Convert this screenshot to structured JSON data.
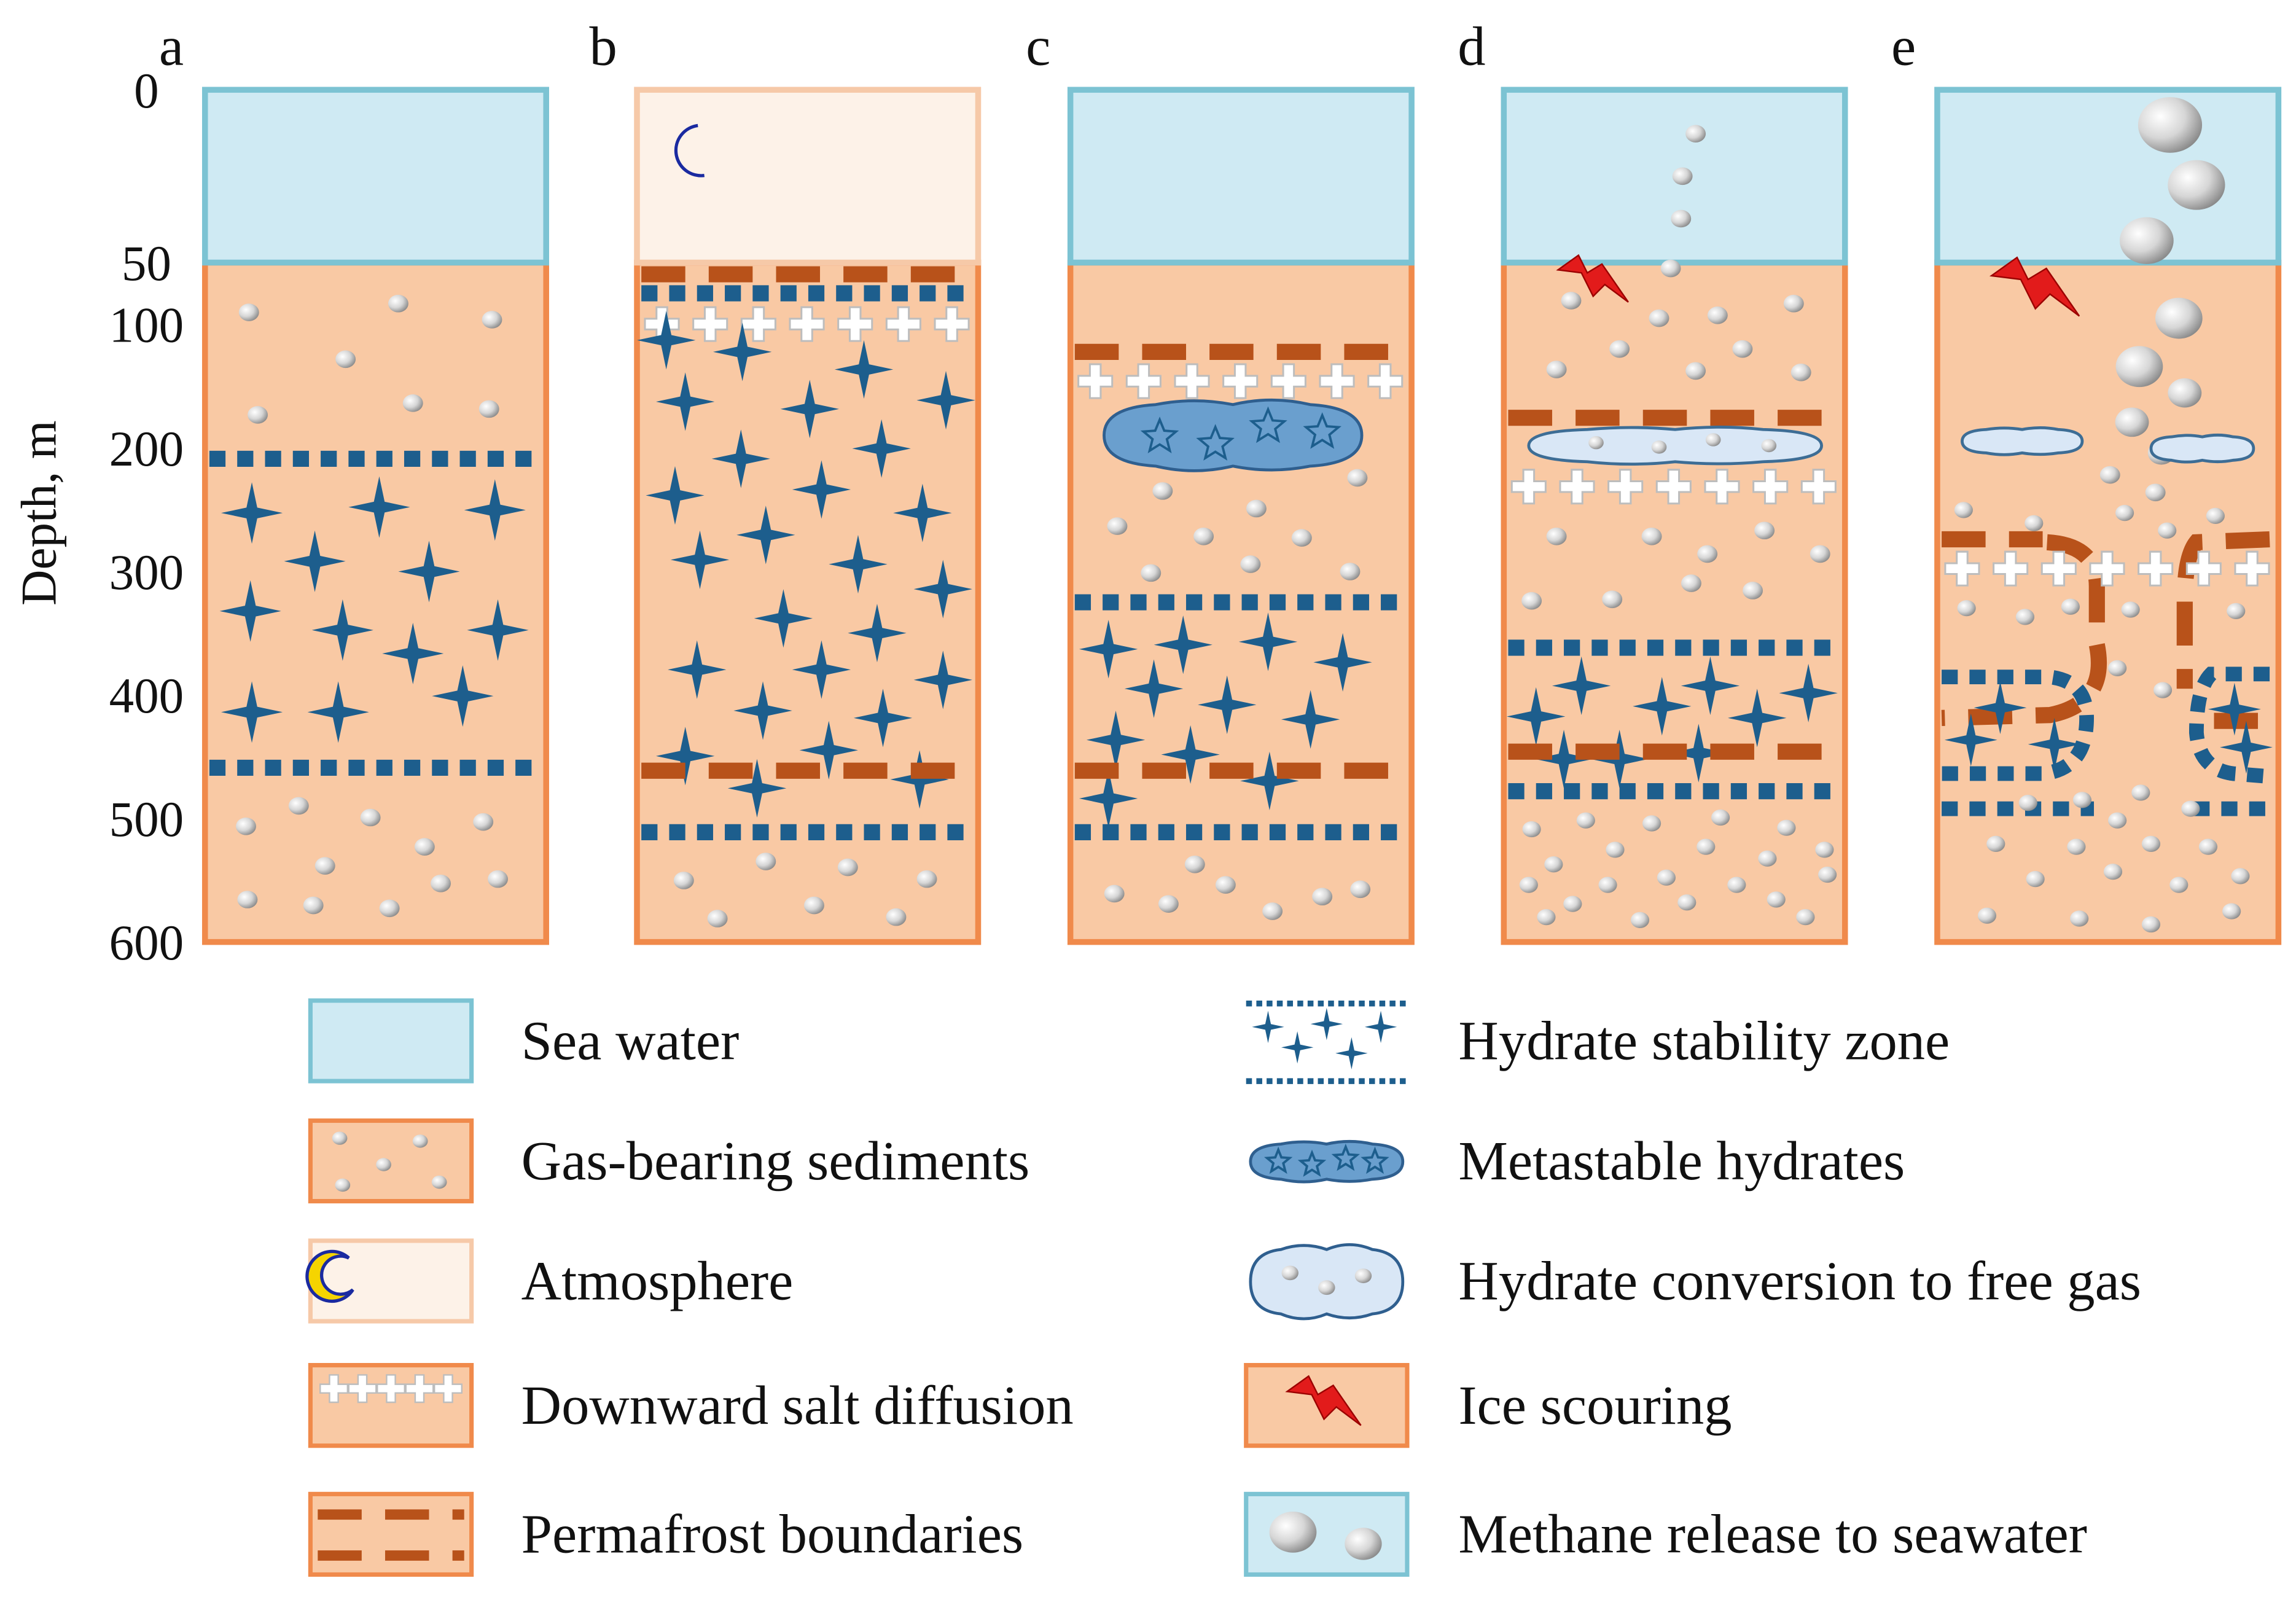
{
  "figure": {
    "y_axis_label": "Depth, m",
    "depth_ticks": [
      "0",
      "50",
      "100",
      "200",
      "300",
      "400",
      "500",
      "600"
    ],
    "panels": [
      {
        "letter": "a",
        "state": "sea-water over gas-bearing sediments with hydrate stability zone"
      },
      {
        "letter": "b",
        "state": "atmosphere over permafrost with salt diffusion"
      },
      {
        "letter": "c",
        "state": "sea-water, metastable hydrates"
      },
      {
        "letter": "d",
        "state": "sea-water, hydrate conversion, ice scouring"
      },
      {
        "letter": "e",
        "state": "sea-water, methane release to seawater"
      }
    ]
  },
  "legend": {
    "left": [
      {
        "label": "Sea water",
        "swatch": "sea-water"
      },
      {
        "label": "Gas-bearing sediments",
        "swatch": "gas-sediment"
      },
      {
        "label": "Atmosphere",
        "swatch": "atmosphere"
      },
      {
        "label": "Downward salt diffusion",
        "swatch": "salt-diffusion"
      },
      {
        "label": "Permafrost boundaries",
        "swatch": "permafrost"
      }
    ],
    "right": [
      {
        "label": "Hydrate stability zone",
        "swatch": "hydrate-zone"
      },
      {
        "label": "Metastable hydrates",
        "swatch": "metastable"
      },
      {
        "label": "Hydrate conversion to free gas",
        "swatch": "conversion"
      },
      {
        "label": "Ice scouring",
        "swatch": "ice-scouring"
      },
      {
        "label": "Methane release to seawater",
        "swatch": "methane-release"
      }
    ]
  },
  "colors": {
    "sea": "#cfeaf3",
    "sea_border": "#7cc3d3",
    "sediment": "#f9c9a4",
    "sediment_border": "#f08a4b",
    "atmosphere": "#fdf2e8",
    "atmosphere_border": "#f6c9a8",
    "hydrate_blue": "#1d5e8d",
    "permafrost_brown": "#b8521a",
    "metastable_fill": "#6a9fce",
    "conversion_fill": "#d9e7f6",
    "ice_red": "#e21b1b"
  }
}
